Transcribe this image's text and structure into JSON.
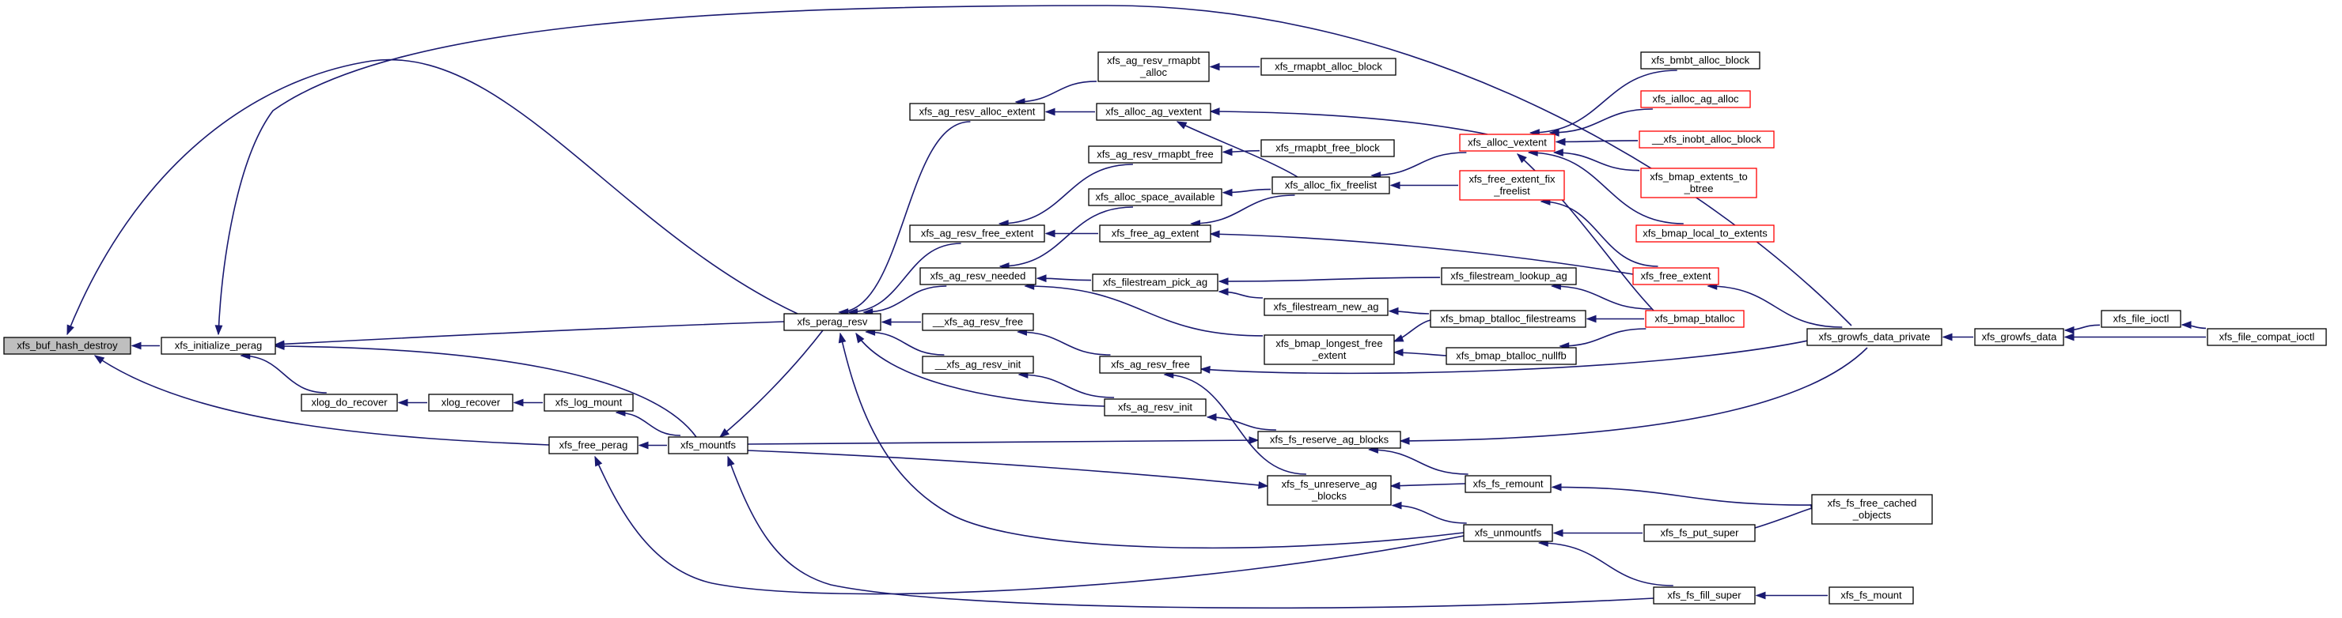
{
  "colors": {
    "edge": "#191970",
    "node_border": "#000000",
    "node_fill": "#ffffff",
    "truncated_border": "#ff0000",
    "highlight_fill": "#bfbfbf",
    "text": "#000000"
  },
  "nodes": [
    {
      "id": "xfs_buf_hash_destroy",
      "lines": [
        "xfs_buf_hash_destroy"
      ],
      "style": "highlight"
    },
    {
      "id": "xfs_initialize_perag",
      "lines": [
        "xfs_initialize_perag"
      ]
    },
    {
      "id": "xlog_do_recover",
      "lines": [
        "xlog_do_recover"
      ]
    },
    {
      "id": "xlog_recover",
      "lines": [
        "xlog_recover"
      ]
    },
    {
      "id": "xfs_log_mount",
      "lines": [
        "xfs_log_mount"
      ]
    },
    {
      "id": "xfs_free_perag",
      "lines": [
        "xfs_free_perag"
      ]
    },
    {
      "id": "xfs_mountfs",
      "lines": [
        "xfs_mountfs"
      ]
    },
    {
      "id": "xfs_perag_resv",
      "lines": [
        "xfs_perag_resv"
      ]
    },
    {
      "id": "xfs_ag_resv_alloc_extent",
      "lines": [
        "xfs_ag_resv_alloc_extent"
      ]
    },
    {
      "id": "xfs_ag_resv_free_extent",
      "lines": [
        "xfs_ag_resv_free_extent"
      ]
    },
    {
      "id": "xfs_ag_resv_needed",
      "lines": [
        "xfs_ag_resv_needed"
      ]
    },
    {
      "id": "__xfs_ag_resv_free",
      "lines": [
        "__xfs_ag_resv_free"
      ]
    },
    {
      "id": "__xfs_ag_resv_init",
      "lines": [
        "__xfs_ag_resv_init"
      ]
    },
    {
      "id": "xfs_ag_resv_rmapbt_alloc",
      "lines": [
        "xfs_ag_resv_rmapbt",
        "_alloc"
      ]
    },
    {
      "id": "xfs_alloc_ag_vextent",
      "lines": [
        "xfs_alloc_ag_vextent"
      ]
    },
    {
      "id": "xfs_ag_resv_rmapbt_free",
      "lines": [
        "xfs_ag_resv_rmapbt_free"
      ]
    },
    {
      "id": "xfs_alloc_space_available",
      "lines": [
        "xfs_alloc_space_available"
      ]
    },
    {
      "id": "xfs_free_ag_extent",
      "lines": [
        "xfs_free_ag_extent"
      ]
    },
    {
      "id": "xfs_filestream_pick_ag",
      "lines": [
        "xfs_filestream_pick_ag"
      ]
    },
    {
      "id": "xfs_filestream_new_ag",
      "lines": [
        "xfs_filestream_new_ag"
      ]
    },
    {
      "id": "xfs_bmap_longest_free_extent",
      "lines": [
        "xfs_bmap_longest_free",
        "_extent"
      ]
    },
    {
      "id": "xfs_ag_resv_free",
      "lines": [
        "xfs_ag_resv_free"
      ]
    },
    {
      "id": "xfs_ag_resv_init",
      "lines": [
        "xfs_ag_resv_init"
      ]
    },
    {
      "id": "xfs_fs_reserve_ag_blocks",
      "lines": [
        "xfs_fs_reserve_ag_blocks"
      ]
    },
    {
      "id": "xfs_fs_unreserve_ag_blocks",
      "lines": [
        "xfs_fs_unreserve_ag",
        "_blocks"
      ]
    },
    {
      "id": "xfs_rmapbt_alloc_block",
      "lines": [
        "xfs_rmapbt_alloc_block"
      ]
    },
    {
      "id": "xfs_rmapbt_free_block",
      "lines": [
        "xfs_rmapbt_free_block"
      ]
    },
    {
      "id": "xfs_alloc_fix_freelist",
      "lines": [
        "xfs_alloc_fix_freelist"
      ]
    },
    {
      "id": "xfs_filestream_lookup_ag",
      "lines": [
        "xfs_filestream_lookup_ag"
      ]
    },
    {
      "id": "xfs_bmap_btalloc_filestreams",
      "lines": [
        "xfs_bmap_btalloc_filestreams"
      ]
    },
    {
      "id": "xfs_bmap_btalloc_nullfb",
      "lines": [
        "xfs_bmap_btalloc_nullfb"
      ]
    },
    {
      "id": "xfs_fs_remount",
      "lines": [
        "xfs_fs_remount"
      ]
    },
    {
      "id": "xfs_unmountfs",
      "lines": [
        "xfs_unmountfs"
      ]
    },
    {
      "id": "xfs_alloc_vextent",
      "lines": [
        "xfs_alloc_vextent"
      ],
      "style": "truncated"
    },
    {
      "id": "xfs_free_extent_fix_freelist",
      "lines": [
        "xfs_free_extent_fix",
        "_freelist"
      ],
      "style": "truncated"
    },
    {
      "id": "xfs_bmbt_alloc_block",
      "lines": [
        "xfs_bmbt_alloc_block"
      ]
    },
    {
      "id": "xfs_ialloc_ag_alloc",
      "lines": [
        "xfs_ialloc_ag_alloc"
      ],
      "style": "truncated"
    },
    {
      "id": "__xfs_inobt_alloc_block",
      "lines": [
        "__xfs_inobt_alloc_block"
      ],
      "style": "truncated"
    },
    {
      "id": "xfs_bmap_extents_to_btree",
      "lines": [
        "xfs_bmap_extents_to",
        "_btree"
      ],
      "style": "truncated"
    },
    {
      "id": "xfs_bmap_local_to_extents",
      "lines": [
        "xfs_bmap_local_to_extents"
      ],
      "style": "truncated"
    },
    {
      "id": "xfs_free_extent",
      "lines": [
        "xfs_free_extent"
      ],
      "style": "truncated"
    },
    {
      "id": "xfs_bmap_btalloc",
      "lines": [
        "xfs_bmap_btalloc"
      ],
      "style": "truncated"
    },
    {
      "id": "xfs_growfs_data_private",
      "lines": [
        "xfs_growfs_data_private"
      ]
    },
    {
      "id": "xfs_growfs_data",
      "lines": [
        "xfs_growfs_data"
      ]
    },
    {
      "id": "xfs_file_ioctl",
      "lines": [
        "xfs_file_ioctl"
      ]
    },
    {
      "id": "xfs_file_compat_ioctl",
      "lines": [
        "xfs_file_compat_ioctl"
      ]
    },
    {
      "id": "xfs_fs_free_cached_objects",
      "lines": [
        "xfs_fs_free_cached",
        "_objects"
      ]
    },
    {
      "id": "xfs_fs_put_super",
      "lines": [
        "xfs_fs_put_super"
      ]
    },
    {
      "id": "xfs_fs_fill_super",
      "lines": [
        "xfs_fs_fill_super"
      ]
    },
    {
      "id": "xfs_fs_mount",
      "lines": [
        "xfs_fs_mount"
      ]
    }
  ],
  "edges": [
    {
      "from": "xfs_initialize_perag",
      "to": "xfs_buf_hash_destroy"
    },
    {
      "from": "xfs_free_perag",
      "to": "xfs_buf_hash_destroy"
    },
    {
      "from": "xfs_perag_resv",
      "to": "xfs_buf_hash_destroy"
    },
    {
      "from": "xfs_growfs_data_private",
      "to": "xfs_initialize_perag"
    },
    {
      "from": "xfs_perag_resv",
      "to": "xfs_initialize_perag"
    },
    {
      "from": "xlog_do_recover",
      "to": "xfs_initialize_perag"
    },
    {
      "from": "xfs_mountfs",
      "to": "xfs_initialize_perag"
    },
    {
      "from": "xlog_recover",
      "to": "xlog_do_recover"
    },
    {
      "from": "xfs_log_mount",
      "to": "xlog_recover"
    },
    {
      "from": "xfs_mountfs",
      "to": "xfs_log_mount"
    },
    {
      "from": "xfs_mountfs",
      "to": "xfs_free_perag"
    },
    {
      "from": "xfs_unmountfs",
      "to": "xfs_free_perag"
    },
    {
      "from": "xfs_perag_resv",
      "to": "xfs_mountfs"
    },
    {
      "from": "xfs_fs_fill_super",
      "to": "xfs_mountfs"
    },
    {
      "from": "xfs_ag_resv_alloc_extent",
      "to": "xfs_perag_resv"
    },
    {
      "from": "xfs_ag_resv_free_extent",
      "to": "xfs_perag_resv"
    },
    {
      "from": "xfs_ag_resv_needed",
      "to": "xfs_perag_resv"
    },
    {
      "from": "__xfs_ag_resv_free",
      "to": "xfs_perag_resv"
    },
    {
      "from": "__xfs_ag_resv_init",
      "to": "xfs_perag_resv"
    },
    {
      "from": "xfs_ag_resv_init",
      "to": "xfs_perag_resv"
    },
    {
      "from": "xfs_unmountfs",
      "to": "xfs_perag_resv"
    },
    {
      "from": "xfs_ag_resv_rmapbt_alloc",
      "to": "xfs_ag_resv_alloc_extent"
    },
    {
      "from": "xfs_alloc_ag_vextent",
      "to": "xfs_ag_resv_alloc_extent"
    },
    {
      "from": "xfs_ag_resv_rmapbt_free",
      "to": "xfs_ag_resv_free_extent"
    },
    {
      "from": "xfs_free_ag_extent",
      "to": "xfs_ag_resv_free_extent"
    },
    {
      "from": "xfs_alloc_space_available",
      "to": "xfs_ag_resv_needed"
    },
    {
      "from": "xfs_filestream_pick_ag",
      "to": "xfs_ag_resv_needed"
    },
    {
      "from": "xfs_bmap_longest_free_extent",
      "to": "xfs_ag_resv_needed"
    },
    {
      "from": "xfs_ag_resv_free",
      "to": "__xfs_ag_resv_free"
    },
    {
      "from": "xfs_ag_resv_init",
      "to": "__xfs_ag_resv_init"
    },
    {
      "from": "xfs_rmapbt_alloc_block",
      "to": "xfs_ag_resv_rmapbt_alloc"
    },
    {
      "from": "xfs_alloc_vextent",
      "to": "xfs_alloc_ag_vextent"
    },
    {
      "from": "xfs_alloc_fix_freelist",
      "to": "xfs_alloc_ag_vextent"
    },
    {
      "from": "xfs_rmapbt_free_block",
      "to": "xfs_ag_resv_rmapbt_free"
    },
    {
      "from": "xfs_alloc_fix_freelist",
      "to": "xfs_alloc_space_available"
    },
    {
      "from": "xfs_alloc_fix_freelist",
      "to": "xfs_free_ag_extent"
    },
    {
      "from": "xfs_free_extent",
      "to": "xfs_free_ag_extent"
    },
    {
      "from": "xfs_filestream_lookup_ag",
      "to": "xfs_filestream_pick_ag"
    },
    {
      "from": "xfs_filestream_new_ag",
      "to": "xfs_filestream_pick_ag"
    },
    {
      "from": "xfs_bmap_btalloc_filestreams",
      "to": "xfs_filestream_new_ag"
    },
    {
      "from": "xfs_bmap_btalloc_filestreams",
      "to": "xfs_bmap_longest_free_extent"
    },
    {
      "from": "xfs_bmap_btalloc_nullfb",
      "to": "xfs_bmap_longest_free_extent"
    },
    {
      "from": "xfs_fs_unreserve_ag_blocks",
      "to": "xfs_ag_resv_free"
    },
    {
      "from": "xfs_growfs_data_private",
      "to": "xfs_ag_resv_free"
    },
    {
      "from": "xfs_fs_reserve_ag_blocks",
      "to": "xfs_ag_resv_init"
    },
    {
      "from": "xfs_fs_remount",
      "to": "xfs_fs_reserve_ag_blocks"
    },
    {
      "from": "xfs_growfs_data_private",
      "to": "xfs_fs_reserve_ag_blocks"
    },
    {
      "from": "xfs_mountfs",
      "to": "xfs_fs_reserve_ag_blocks"
    },
    {
      "from": "xfs_fs_remount",
      "to": "xfs_fs_unreserve_ag_blocks"
    },
    {
      "from": "xfs_unmountfs",
      "to": "xfs_fs_unreserve_ag_blocks"
    },
    {
      "from": "xfs_mountfs",
      "to": "xfs_fs_unreserve_ag_blocks"
    },
    {
      "from": "xfs_alloc_vextent",
      "to": "xfs_alloc_fix_freelist"
    },
    {
      "from": "xfs_free_extent_fix_freelist",
      "to": "xfs_alloc_fix_freelist"
    },
    {
      "from": "xfs_bmap_btalloc",
      "to": "xfs_filestream_lookup_ag"
    },
    {
      "from": "xfs_bmap_btalloc",
      "to": "xfs_bmap_btalloc_filestreams"
    },
    {
      "from": "xfs_bmap_btalloc",
      "to": "xfs_bmap_btalloc_nullfb"
    },
    {
      "from": "xfs_fs_free_cached_objects",
      "to": "xfs_fs_remount"
    },
    {
      "from": "xfs_fs_put_super",
      "to": "xfs_unmountfs"
    },
    {
      "from": "xfs_fs_fill_super",
      "to": "xfs_unmountfs"
    },
    {
      "from": "xfs_bmbt_alloc_block",
      "to": "xfs_alloc_vextent"
    },
    {
      "from": "xfs_ialloc_ag_alloc",
      "to": "xfs_alloc_vextent"
    },
    {
      "from": "__xfs_inobt_alloc_block",
      "to": "xfs_alloc_vextent"
    },
    {
      "from": "xfs_bmap_extents_to_btree",
      "to": "xfs_alloc_vextent"
    },
    {
      "from": "xfs_bmap_local_to_extents",
      "to": "xfs_alloc_vextent"
    },
    {
      "from": "xfs_bmap_btalloc",
      "to": "xfs_alloc_vextent"
    },
    {
      "from": "xfs_free_extent",
      "to": "xfs_free_extent_fix_freelist"
    },
    {
      "from": "xfs_growfs_data_private",
      "to": "xfs_free_extent"
    },
    {
      "from": "xfs_growfs_data",
      "to": "xfs_growfs_data_private"
    },
    {
      "from": "xfs_file_ioctl",
      "to": "xfs_growfs_data"
    },
    {
      "from": "xfs_file_compat_ioctl",
      "to": "xfs_growfs_data"
    },
    {
      "from": "xfs_file_compat_ioctl",
      "to": "xfs_file_ioctl"
    },
    {
      "from": "xfs_fs_put_super",
      "to": "xfs_fs_free_cached_objects"
    },
    {
      "from": "xfs_fs_mount",
      "to": "xfs_fs_fill_super"
    }
  ]
}
